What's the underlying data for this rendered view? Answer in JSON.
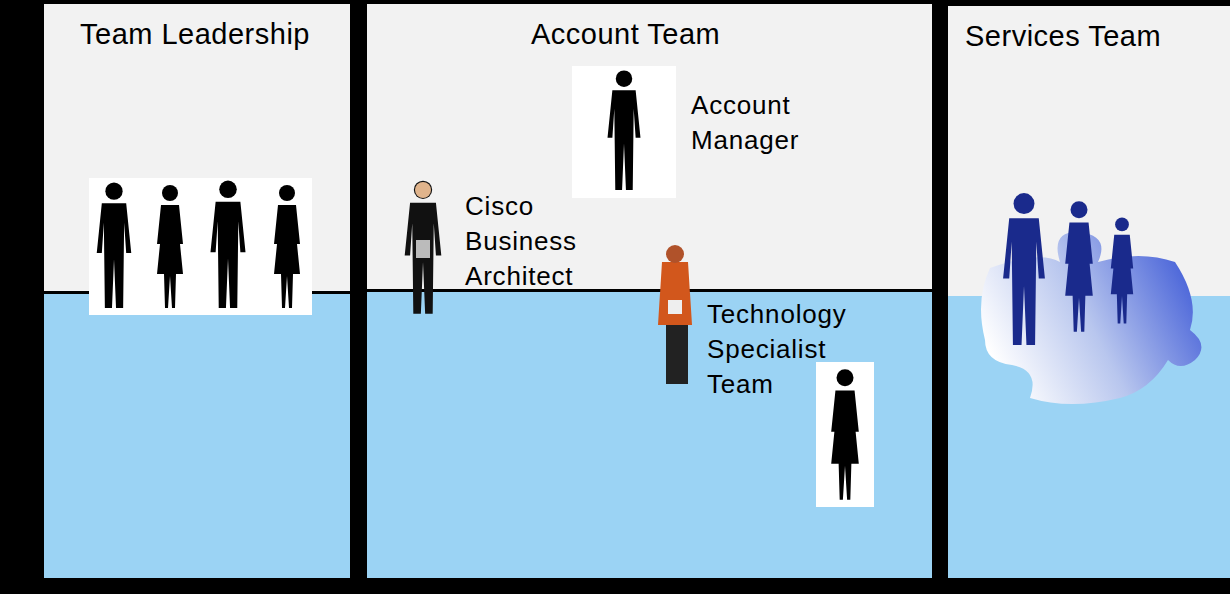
{
  "diagram": {
    "nodes": [
      {
        "text": [
          "Team Leadership"
        ]
      },
      {
        "text": [
          "Account Team"
        ]
      },
      {
        "text": [
          "Services Team"
        ]
      }
    ],
    "labels": [
      "Account Manager",
      "Cisco Business Architect",
      "Technology Specialist Team"
    ]
  }
}
